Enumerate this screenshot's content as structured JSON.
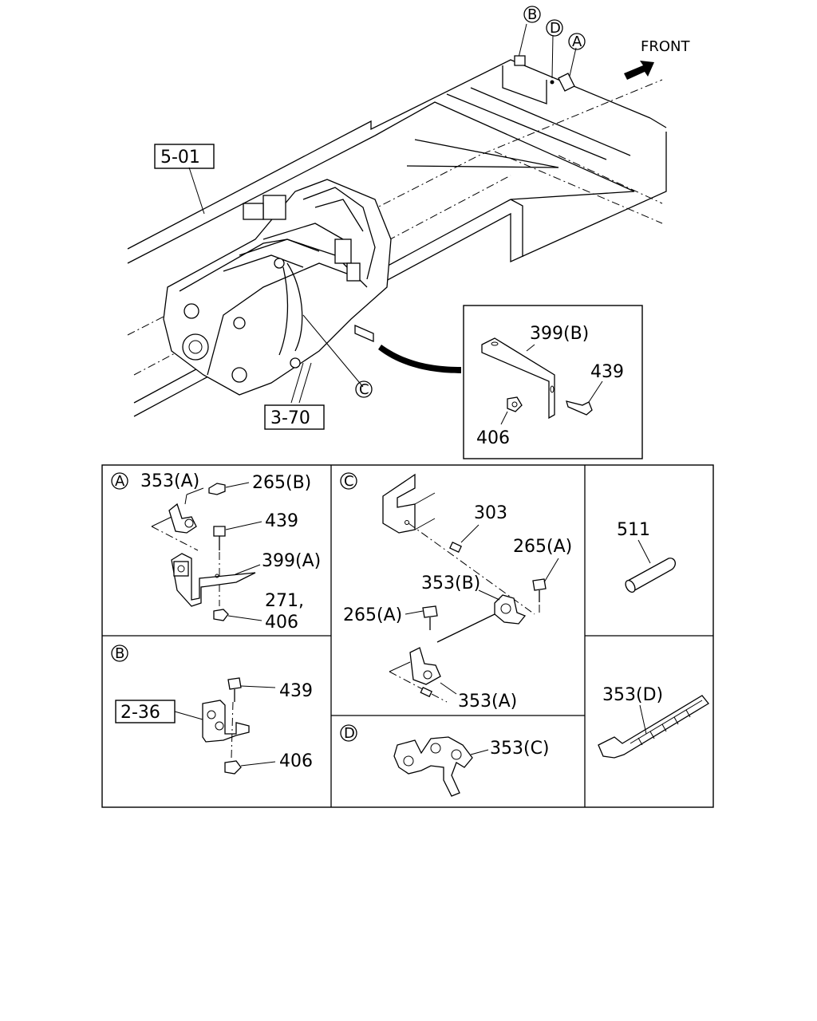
{
  "front": {
    "label": "FRONT"
  },
  "refs": {
    "ref_501": "5-01",
    "ref_370": "3-70",
    "ref_236": "2-36"
  },
  "callouts": {
    "A": "A",
    "B": "B",
    "C": "C",
    "D": "D"
  },
  "inset_main": {
    "p399b": "399(B)",
    "p439": "439",
    "p406": "406"
  },
  "panel_a": {
    "tag": "A",
    "p353a": "353(A)",
    "p265b": "265(B)",
    "p439": "439",
    "p399a": "399(A)",
    "p271": "271,",
    "p406": "406"
  },
  "panel_b": {
    "tag": "B",
    "p439": "439",
    "p406": "406"
  },
  "panel_c": {
    "tag": "C",
    "p303": "303",
    "p265a_1": "265(A)",
    "p353b": "353(B)",
    "p265a_2": "265(A)",
    "p353a": "353(A)"
  },
  "panel_d": {
    "tag": "D",
    "p353c": "353(C)"
  },
  "panel_511": {
    "p511": "511"
  },
  "panel_353d": {
    "p353d": "353(D)"
  }
}
